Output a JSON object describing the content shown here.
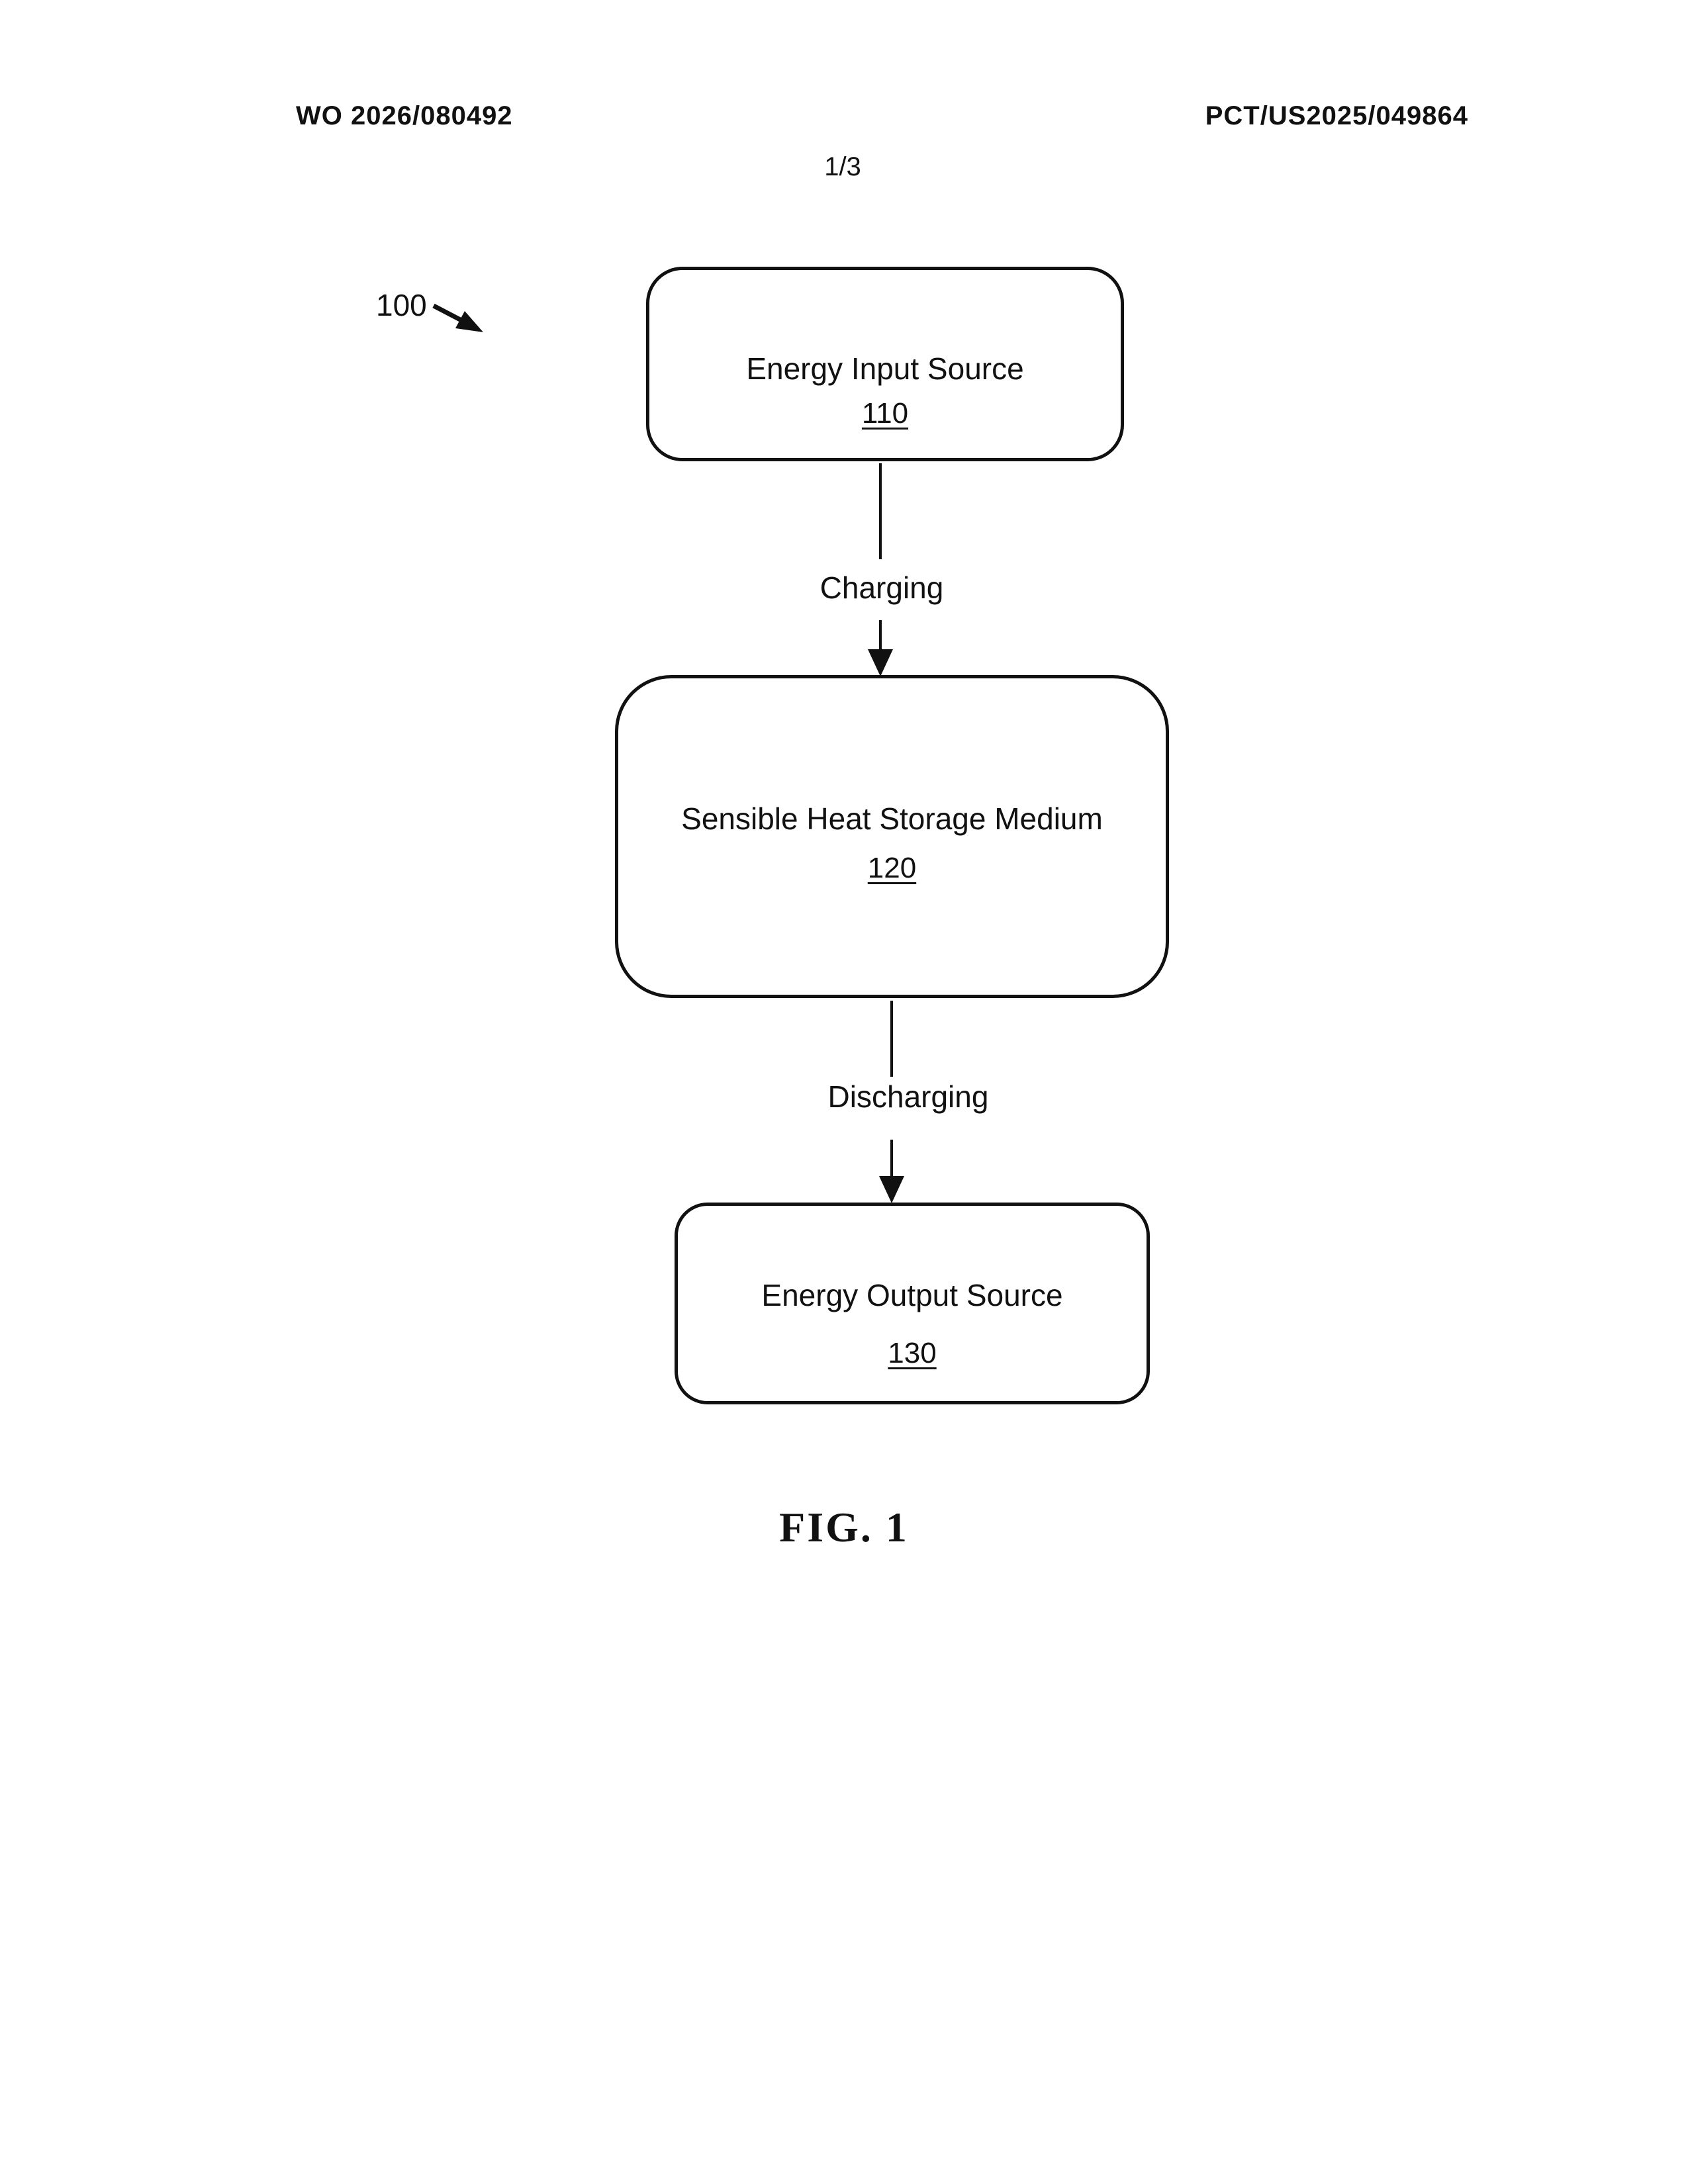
{
  "header": {
    "left_id": "WO 2026/080492",
    "right_id": "PCT/US2025/049864",
    "page_indicator": "1/3"
  },
  "figure": {
    "reference_label": "100",
    "caption": "FIG. 1",
    "nodes": [
      {
        "label": "Energy Input Source",
        "number": "110"
      },
      {
        "label": "Sensible Heat Storage Medium",
        "number": "120"
      },
      {
        "label": "Energy Output Source",
        "number": "130"
      }
    ],
    "edges": [
      {
        "label": "Charging"
      },
      {
        "label": "Discharging"
      }
    ]
  },
  "colors": {
    "ink": "#111111",
    "paper": "#ffffff"
  }
}
